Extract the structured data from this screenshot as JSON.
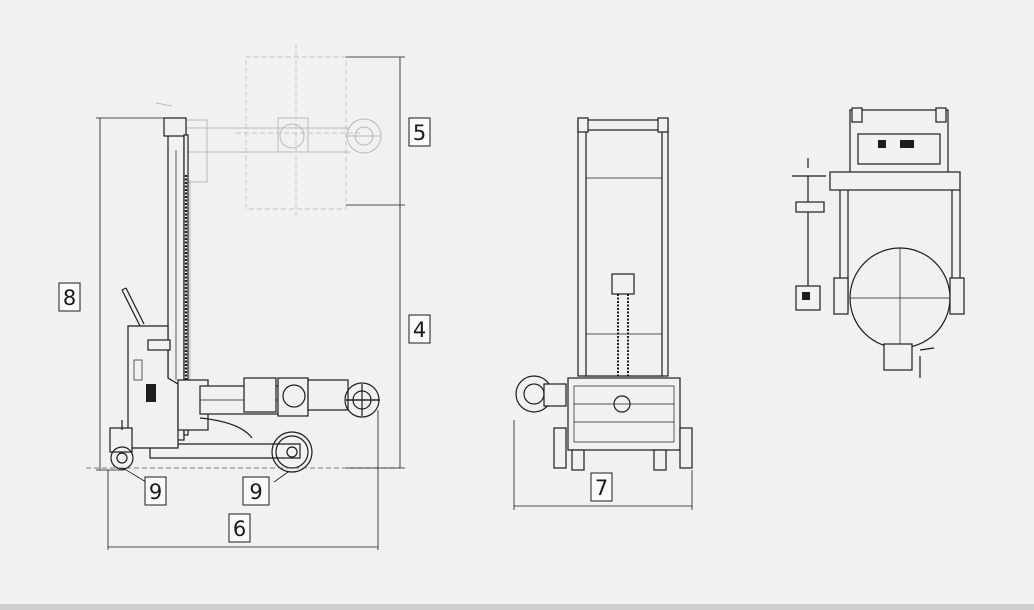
{
  "callouts": {
    "c4": "4",
    "c5": "5",
    "c6": "6",
    "c7": "7",
    "c8": "8",
    "c9_left": "9",
    "c9_right": "9"
  }
}
